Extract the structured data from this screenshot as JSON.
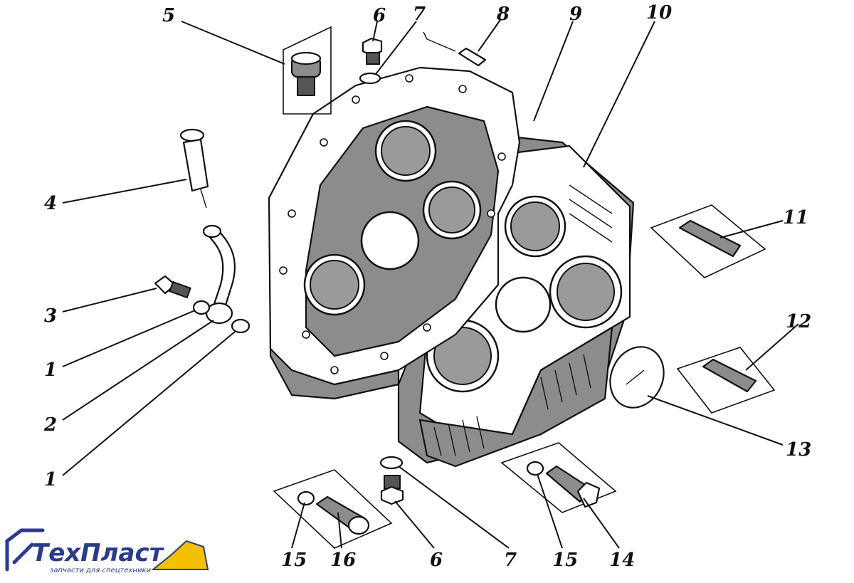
{
  "callouts": {
    "c1a": "1",
    "c1b": "1",
    "c2": "2",
    "c3": "3",
    "c4": "4",
    "c5": "5",
    "c6a": "6",
    "c6b": "6",
    "c7a": "7",
    "c7b": "7",
    "c8": "8",
    "c9": "9",
    "c10": "10",
    "c11": "11",
    "c12": "12",
    "c13": "13",
    "c14": "14",
    "c15a": "15",
    "c15b": "15",
    "c16": "16"
  },
  "logo": {
    "name": "ТехПласт",
    "tagline": "запчасти для спецтехники"
  },
  "colors": {
    "ink": "#111111",
    "casting_shade": "#8c8c8c",
    "logo_blue": "#2b3a8a",
    "logo_yellow": "#f2c200"
  }
}
